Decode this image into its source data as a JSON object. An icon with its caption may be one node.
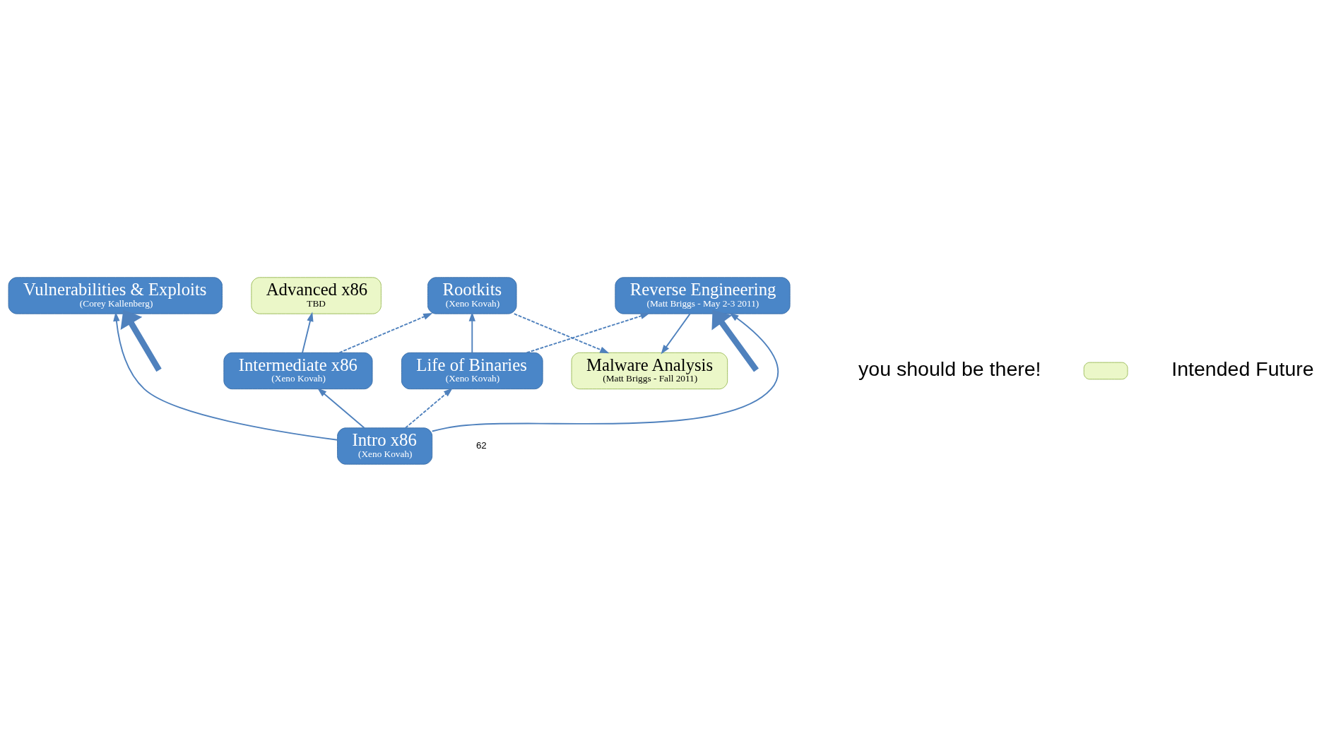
{
  "diagram": {
    "nodes": [
      {
        "text": [
          "Malware Analysis",
          "(Matt Briggs - Fall 2011)"
        ]
      },
      {
        "text": [
          "Advanced x86",
          "TBD"
        ]
      },
      {
        "text": [
          "Rootkits",
          "(Xeno Kovah)"
        ]
      },
      {
        "text": [
          "Reverse Engineering",
          "(Matt Briggs - May 2-3 2011)"
        ]
      },
      {
        "text": [
          "Vulnerabilities & Exploits",
          "(Corey Kallenberg)"
        ]
      },
      {
        "text": [
          "Intermediate x86",
          "(Xeno Kovah)"
        ]
      },
      {
        "text": [
          "Life of Binaries",
          "(Xeno Kovah)"
        ]
      },
      {
        "text": [
          "Intro x86",
          "(Xeno Kovah)"
        ]
      }
    ],
    "edges": [
      {
        "from": 7,
        "to": 5,
        "arrow": "to"
      },
      {
        "from": 7,
        "to": 6,
        "arrow": "to",
        "style": "dashed"
      },
      {
        "from": 7,
        "to": 3,
        "arrow": "to"
      },
      {
        "from": 7,
        "to": 4,
        "arrow": "to"
      },
      {
        "from": 5,
        "to": 1,
        "arrow": "to"
      },
      {
        "from": 5,
        "to": 2,
        "arrow": "to",
        "style": "dashed"
      },
      {
        "from": 6,
        "to": 2,
        "arrow": "to"
      },
      {
        "from": 6,
        "to": 3,
        "arrow": "to",
        "style": "dashed"
      },
      {
        "from": 2,
        "to": 0,
        "arrow": "to",
        "style": "dashed"
      },
      {
        "from": 3,
        "to": 0,
        "arrow": "to"
      },
      {
        "from": null,
        "to": 3,
        "arrow": "to",
        "style": "thick"
      },
      {
        "from": null,
        "to": 4,
        "arrow": "to",
        "style": "thick"
      }
    ],
    "labels": [
      "you should be there!",
      "62"
    ],
    "legend": [
      {
        "text": "Intended Future",
        "color": "#ebf7c8"
      }
    ]
  }
}
